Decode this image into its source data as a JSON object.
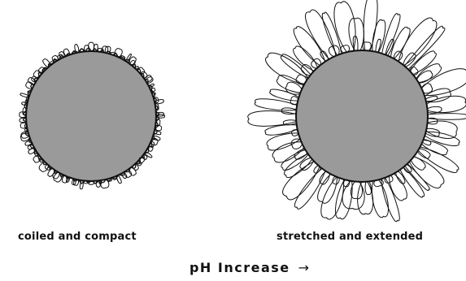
{
  "panels": [
    {
      "id": "left",
      "caption": "coiled and compact",
      "core_color": "#9a9a9a",
      "chain_style": "short-coiled"
    },
    {
      "id": "right",
      "caption": "stretched and extended",
      "core_color": "#9a9a9a",
      "chain_style": "long-extended"
    }
  ],
  "axis": {
    "label": "pH Increase",
    "arrow": "→"
  }
}
